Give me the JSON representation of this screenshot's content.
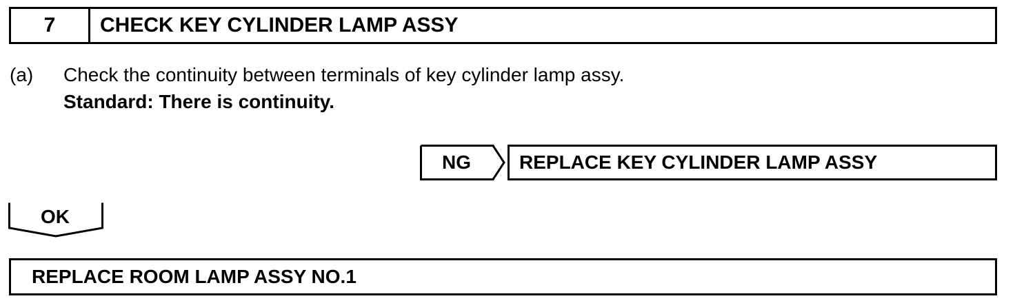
{
  "step": {
    "number": "7",
    "title": "CHECK KEY CYLINDER LAMP ASSY"
  },
  "check": {
    "label": "(a)",
    "text": "Check the continuity between terminals of key cylinder lamp assy.",
    "standard": "Standard: There is continuity."
  },
  "ng_branch": {
    "label": "NG",
    "action": "REPLACE KEY CYLINDER LAMP ASSY"
  },
  "ok_branch": {
    "label": "OK"
  },
  "final_action": {
    "text": "REPLACE ROOM LAMP ASSY NO.1"
  }
}
